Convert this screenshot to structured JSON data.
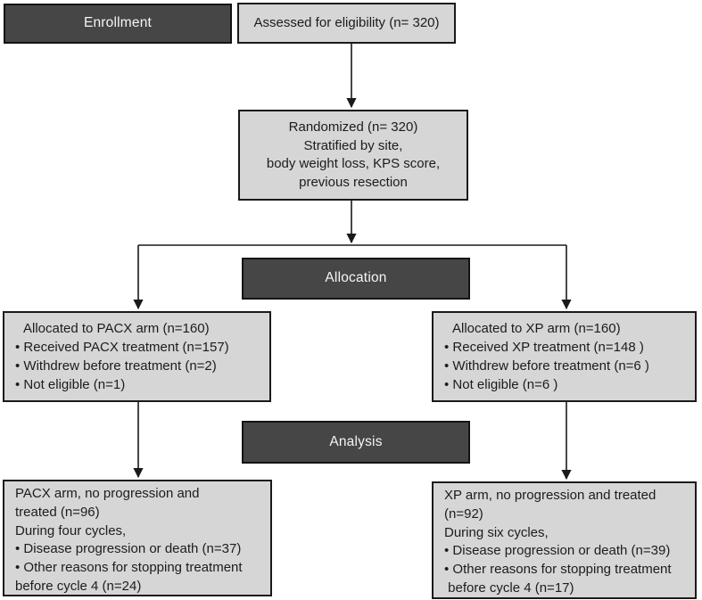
{
  "flowchart": {
    "stages": {
      "enrollment": "Enrollment",
      "allocation": "Allocation",
      "analysis": "Analysis"
    },
    "boxes": {
      "assessed": {
        "text": "Assessed for eligibility (n= 320)"
      },
      "randomized": {
        "lines": [
          "Randomized (n= 320)",
          "Stratified by site,",
          "body weight loss, KPS score,",
          "previous resection"
        ]
      },
      "alloc_pacx": {
        "lines": [
          "Allocated to PACX arm (n=160)",
          "• Received PACX treatment (n=157)",
          "• Withdrew before treatment (n=2)",
          "• Not eligible (n=1)"
        ]
      },
      "alloc_xp": {
        "lines": [
          "Allocated to XP arm (n=160)",
          "• Received XP treatment (n=148 )",
          "• Withdrew before treatment (n=6 )",
          "• Not eligible (n=6 )"
        ]
      },
      "analysis_pacx": {
        "lines": [
          "PACX arm, no progression and",
          "treated (n=96)",
          "During four cycles,",
          "• Disease progression or death (n=37)",
          "• Other reasons for stopping treatment",
          "before cycle 4 (n=24)"
        ]
      },
      "analysis_xp": {
        "lines": [
          "XP arm, no progression and treated",
          "(n=92)",
          "During six cycles,",
          "• Disease progression or death (n=39)",
          "• Other reasons for stopping treatment",
          " before cycle 4 (n=17)"
        ]
      }
    },
    "colors": {
      "stage_fill": "#464646",
      "stage_text": "#f5f5f5",
      "box_fill": "#d6d6d6",
      "box_border": "#1a1a1a",
      "connector": "#1a1a1a",
      "background": "#ffffff"
    }
  }
}
